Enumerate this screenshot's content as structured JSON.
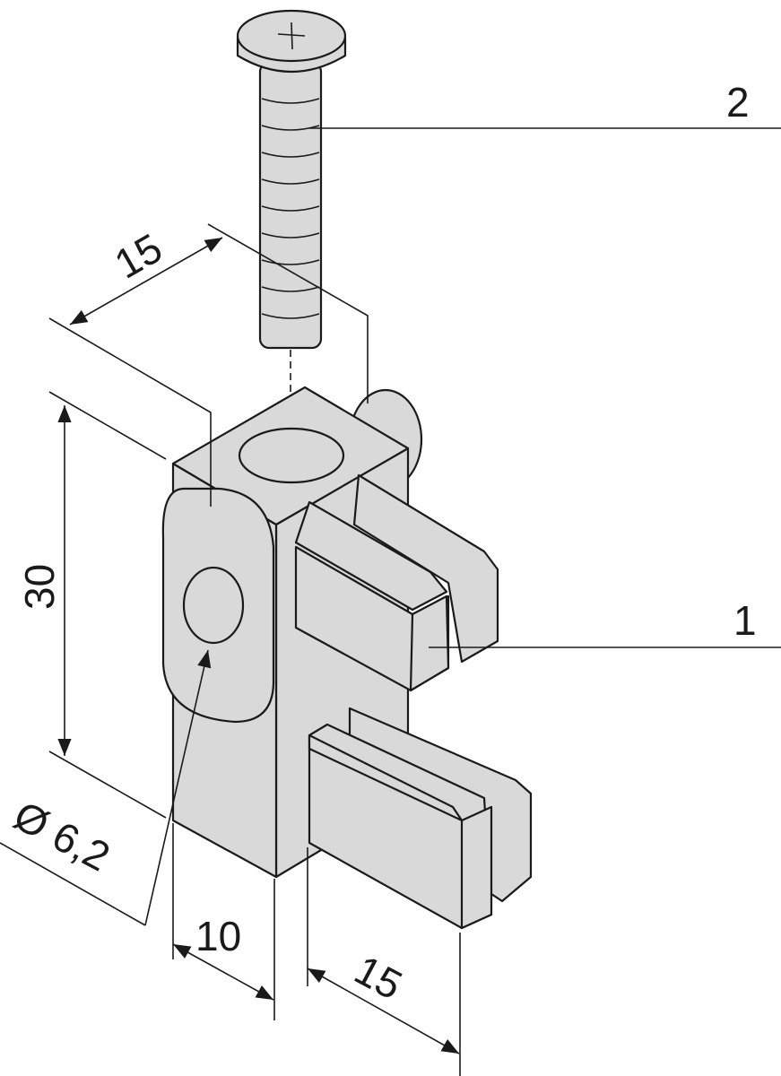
{
  "callouts": {
    "screw": "2",
    "clip_block": "1"
  },
  "dimensions": {
    "top_width": "15",
    "height": "30",
    "hole_diameter": "Ø 6,2",
    "base_width": "10",
    "clip_length": "15"
  },
  "colors": {
    "part_fill": "#d9d9d9",
    "line": "#1a1a1a"
  }
}
